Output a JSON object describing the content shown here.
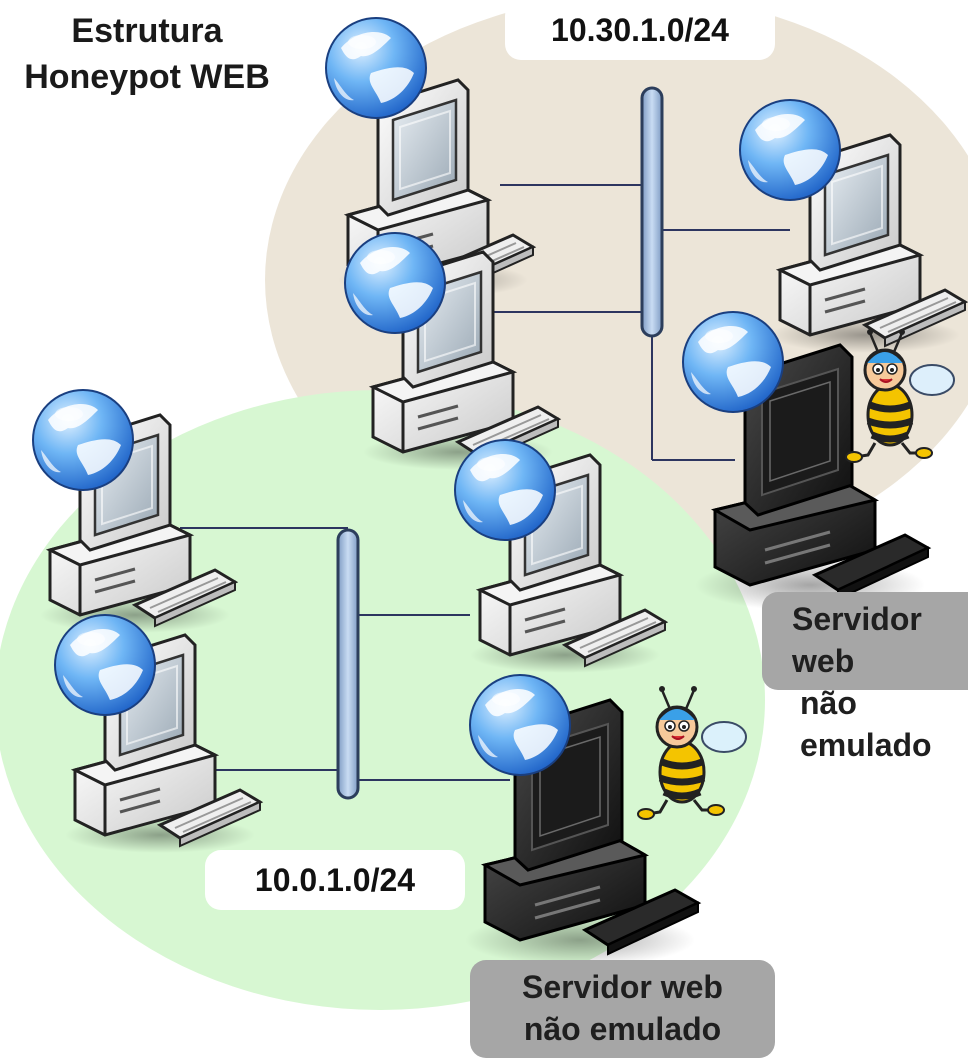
{
  "title": {
    "line1": "Estrutura",
    "line2": "Honeypot WEB"
  },
  "networks": [
    {
      "id": "upper",
      "address": "10.30.1.0/24",
      "fill": "#ece5d8"
    },
    {
      "id": "lower",
      "address": "10.0.1.0/24",
      "fill": "#d7f7d2"
    }
  ],
  "servers": [
    {
      "line1": "Servidor web",
      "line2": "não emulado"
    },
    {
      "line1": "Servidor web",
      "line2": "não emulado"
    }
  ],
  "colors": {
    "bus": "#a9c4e4",
    "bus_stroke": "#2c3e5c",
    "link": "#2d3560",
    "globe": "#5aa8f0",
    "badge_gray": "#a6a6a6"
  },
  "icons": [
    "globe-icon",
    "desktop-computer-icon",
    "server-computer-icon",
    "bee-mascot-icon",
    "keyboard-icon"
  ]
}
